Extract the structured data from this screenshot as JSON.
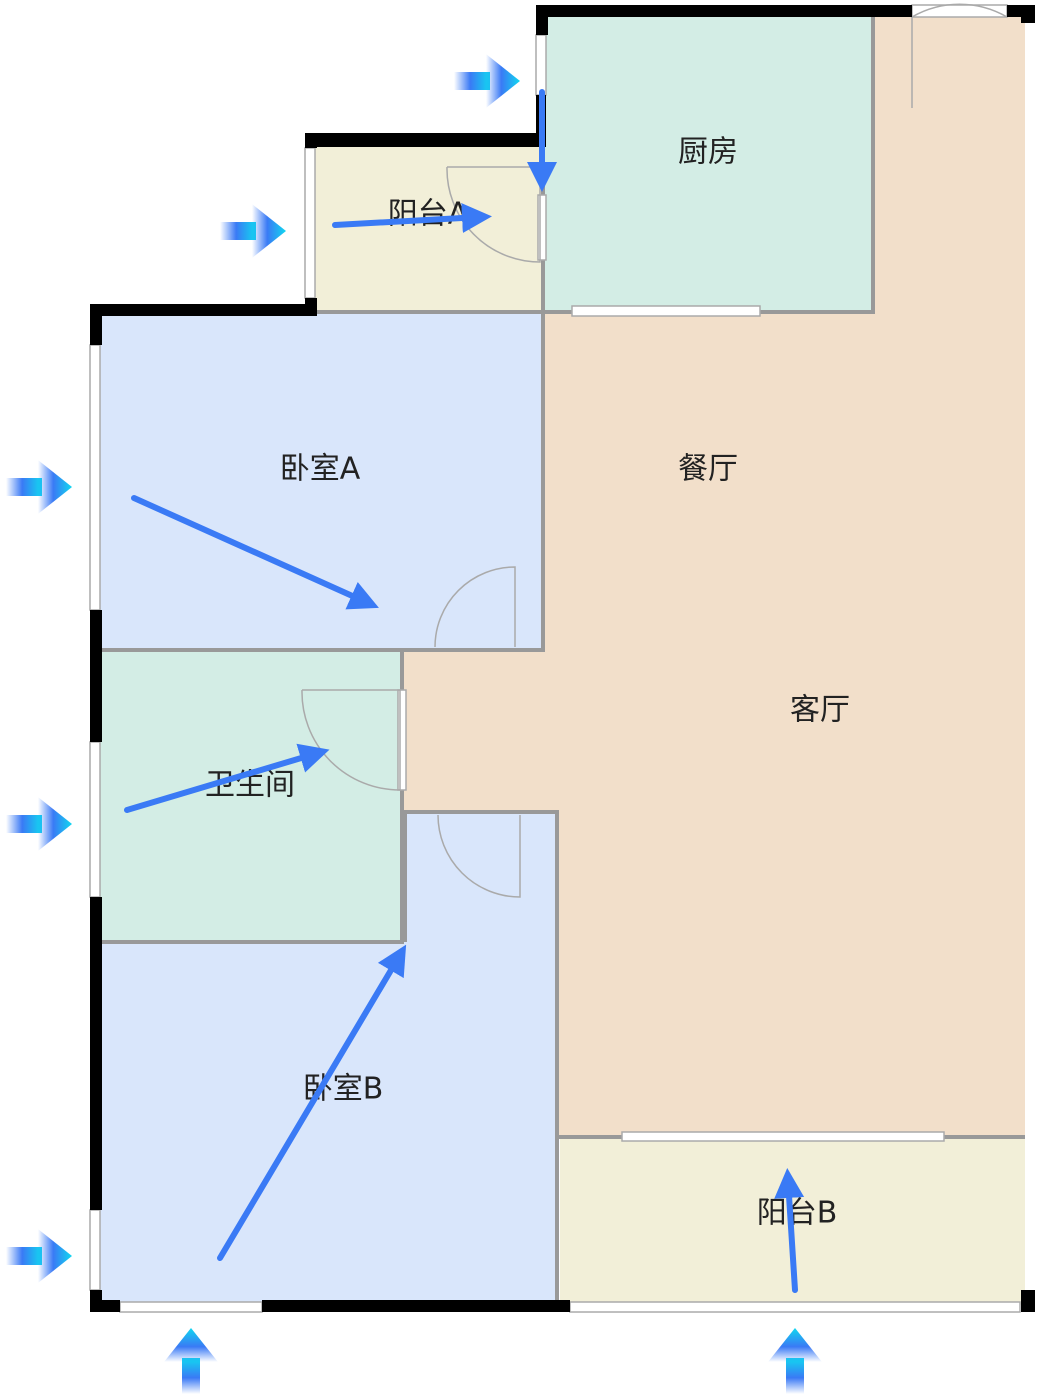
{
  "rooms": {
    "kitchen": "厨房",
    "balcony_a": "阳台A",
    "bedroom_a": "卧室A",
    "dining": "餐厅",
    "living": "客厅",
    "bathroom": "卫生间",
    "bedroom_b": "卧室B",
    "balcony_b": "阳台B"
  },
  "colors": {
    "bedroom": "#d9e6fb",
    "wet": "#d3ede5",
    "balcony": "#f2efd8",
    "living": "#f2dfca",
    "wall": "#000000",
    "flow_arrow": "#3a7af5"
  }
}
